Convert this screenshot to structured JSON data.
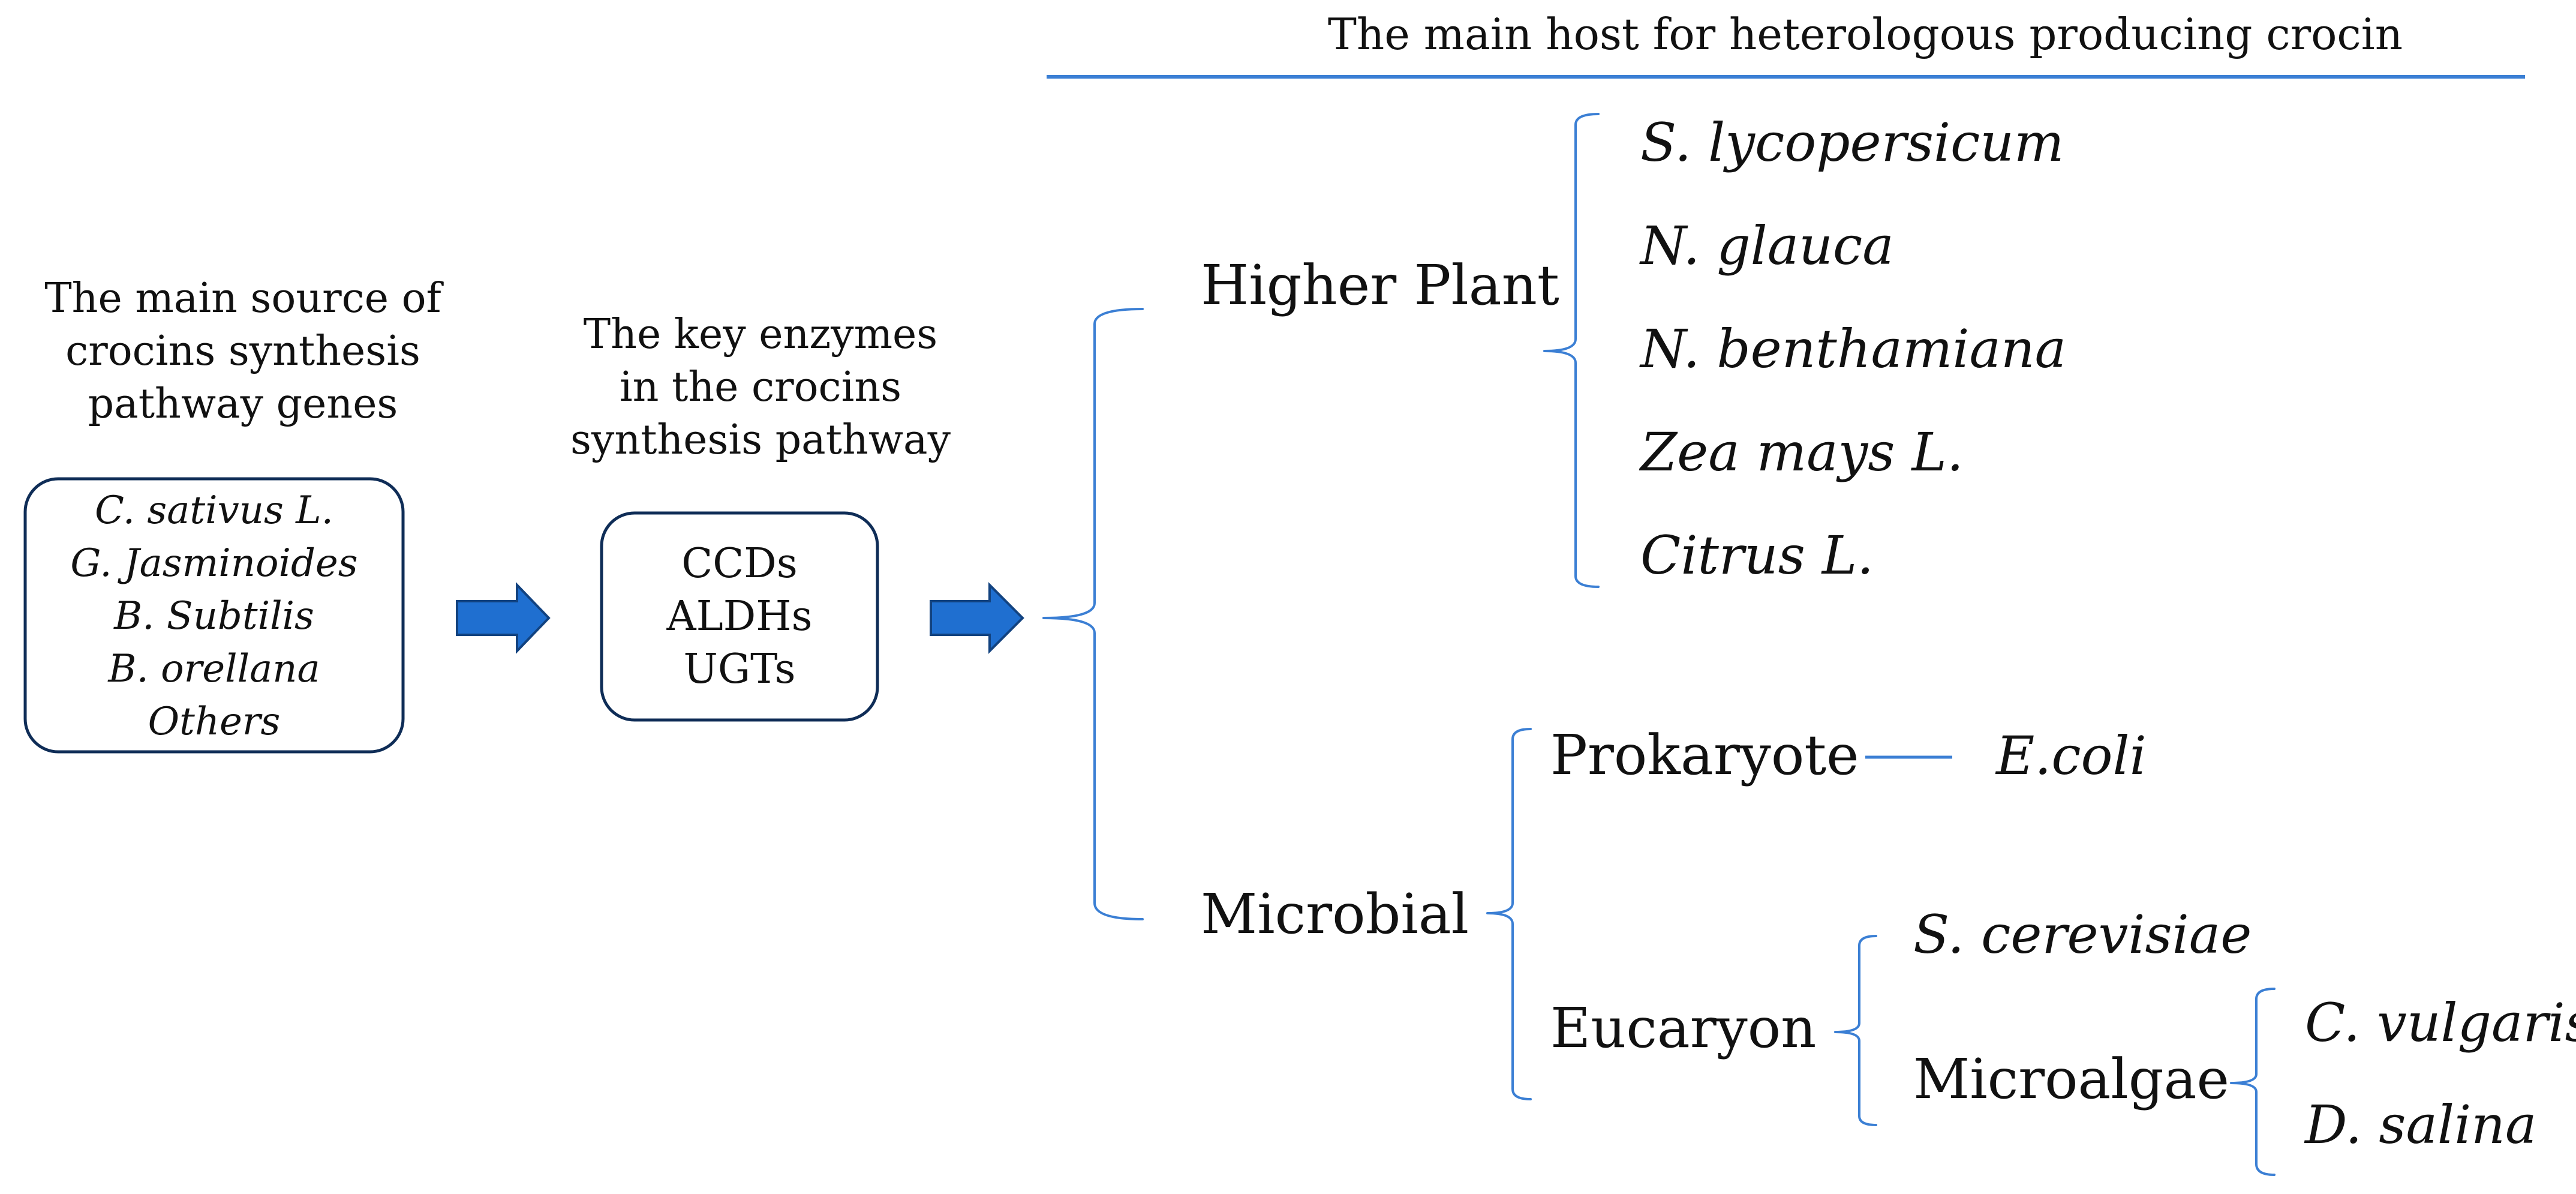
{
  "top_heading": "The main host for heterologous producing crocin",
  "source": {
    "caption": [
      "The main source of",
      "crocins synthesis",
      "pathway genes"
    ],
    "items": [
      "C. sativus L.",
      "G. Jasminoides",
      "B. Subtilis",
      "B. orellana",
      "Others"
    ]
  },
  "enzymes": {
    "caption": [
      "The key enzymes",
      "in the crocins",
      "synthesis pathway"
    ],
    "items": [
      "CCDs",
      "ALDHs",
      "UGTs"
    ]
  },
  "hosts": {
    "higher_plant": {
      "label": "Higher Plant",
      "species": [
        "S. lycopersicum",
        "N. glauca",
        "N. benthamiana",
        "Zea mays L.",
        "Citrus L."
      ]
    },
    "microbial": {
      "label": "Microbial",
      "prokaryote": {
        "label": "Prokaryote",
        "species": "E.coli"
      },
      "eucaryon": {
        "label": "Eucaryon",
        "yeast": "S. cerevisiae",
        "microalgae": {
          "label": "Microalgae",
          "species": [
            "C. vulgaris",
            "D. salina"
          ]
        }
      }
    }
  },
  "colors": {
    "line": "#3b7fd4",
    "arrow": "#1f6fd0",
    "box_border": "#0f2d57"
  }
}
